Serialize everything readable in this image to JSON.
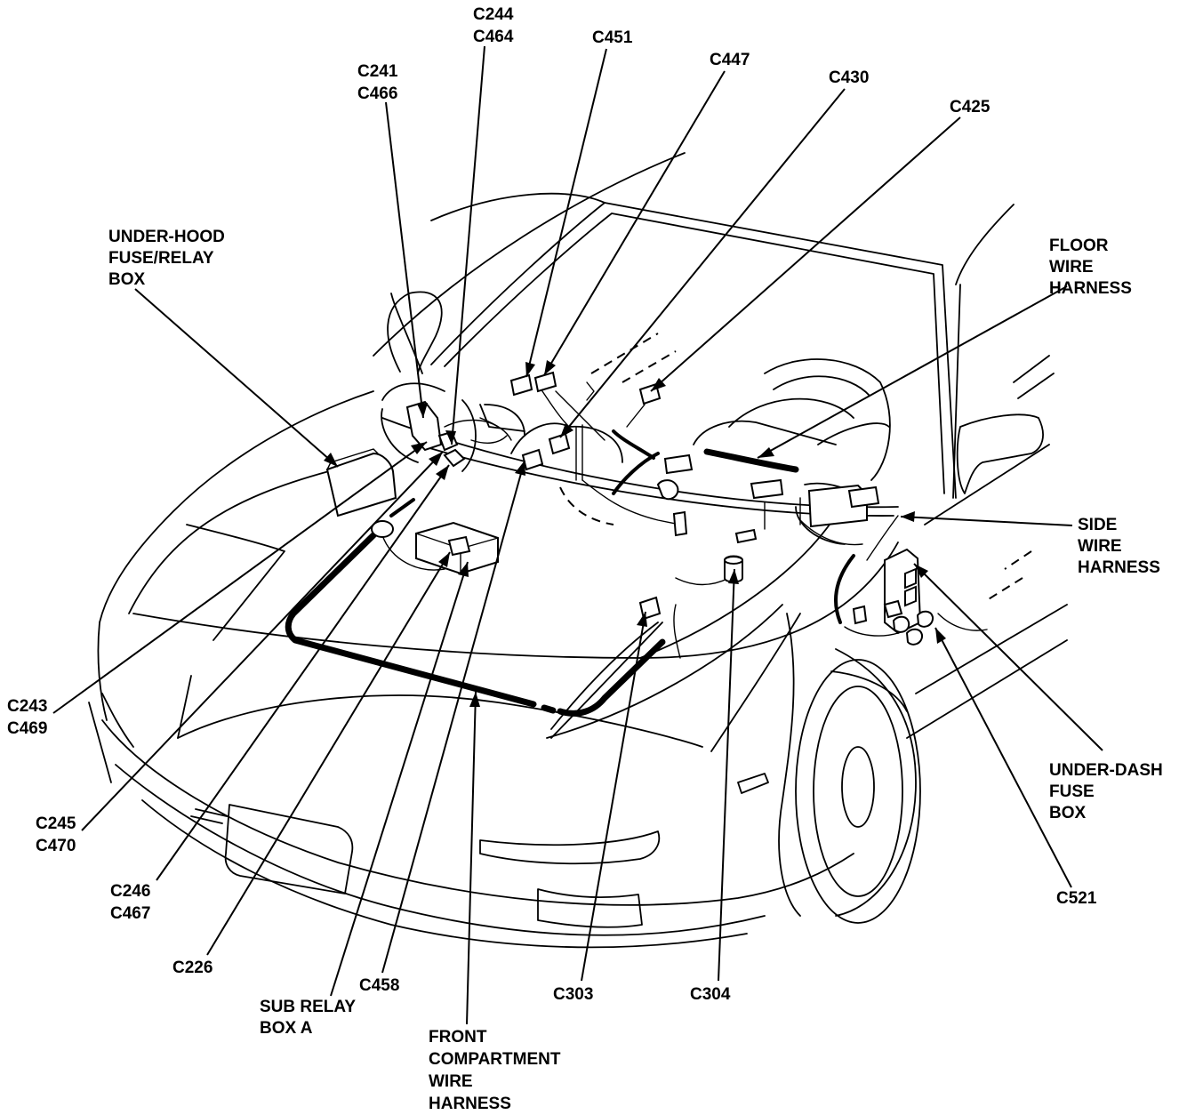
{
  "labels": {
    "c244_c464": [
      "C244",
      "C464"
    ],
    "c451": [
      "C451"
    ],
    "c447": [
      "C447"
    ],
    "c430": [
      "C430"
    ],
    "c425": [
      "C425"
    ],
    "c241_c466": [
      "C241",
      "C466"
    ],
    "under_hood_box": [
      "UNDER-HOOD",
      "FUSE/RELAY",
      "BOX"
    ],
    "floor_harness": [
      "FLOOR",
      "WIRE",
      "HARNESS"
    ],
    "side_harness": [
      "SIDE",
      "WIRE",
      "HARNESS"
    ],
    "c243_c469": [
      "C243",
      "C469"
    ],
    "c245_c470": [
      "C245",
      "C470"
    ],
    "c246_c467": [
      "C246",
      "C467"
    ],
    "c226": [
      "C226"
    ],
    "sub_relay_box": [
      "SUB RELAY",
      "BOX A"
    ],
    "c458": [
      "C458"
    ],
    "front_compartment_harness": [
      "FRONT",
      "COMPARTMENT",
      "WIRE",
      "HARNESS"
    ],
    "c303": [
      "C303"
    ],
    "c304": [
      "C304"
    ],
    "under_dash_box": [
      "UNDER-DASH",
      "FUSE",
      "BOX"
    ],
    "c521": [
      "C521"
    ]
  }
}
